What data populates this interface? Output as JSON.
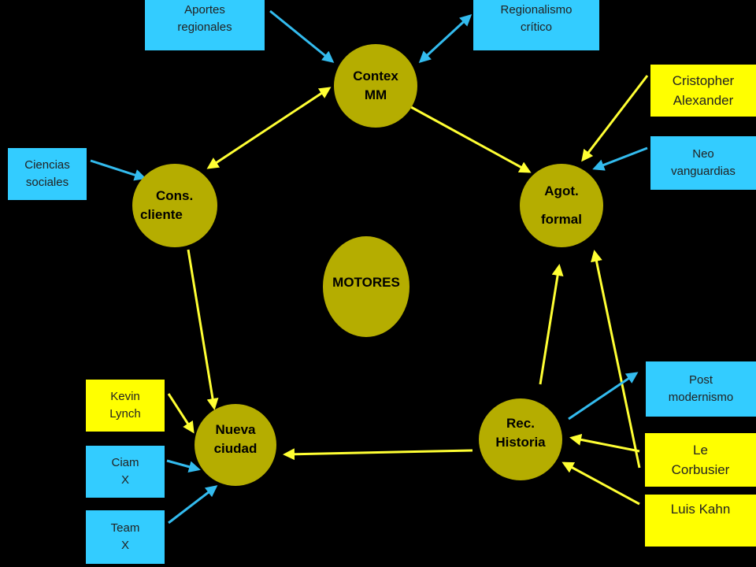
{
  "colors": {
    "background": "#000000",
    "node_fill": "#b5ad00",
    "box_blue": "#33ccff",
    "box_yellow": "#ffff00",
    "arrow_yellow": "#ffff33",
    "arrow_blue": "#33bbee"
  },
  "nodes": {
    "contex_mm": {
      "line1": "Contex",
      "line2": "MM"
    },
    "cons_cliente": {
      "line1": "Cons.",
      "line2": "cliente"
    },
    "agot_formal": {
      "line1": "Agot.",
      "line2": "formal"
    },
    "motores": {
      "line1": "MOTORES"
    },
    "nueva_ciudad": {
      "line1": "Nueva",
      "line2": "ciudad"
    },
    "rec_historia": {
      "line1": "Rec.",
      "line2": "Historia"
    }
  },
  "boxes": {
    "aportes_regionales": {
      "line1": "Aportes",
      "line2": "regionales"
    },
    "regionalismo_critico": {
      "line1": "Regionalismo",
      "line2": "crítico"
    },
    "cristopher_alexander": {
      "line1": "Cristopher",
      "line2": "Alexander"
    },
    "neo_vanguardias": {
      "line1": "Neo",
      "line2": "vanguardias"
    },
    "ciencias_sociales": {
      "line1": "Ciencias",
      "line2": "sociales"
    },
    "kevin_lynch": {
      "line1": "Kevin",
      "line2": "Lynch"
    },
    "ciam_x": {
      "line1": "Ciam",
      "line2": "X"
    },
    "team_x": {
      "line1": "Team",
      "line2": "X"
    },
    "post_modernismo": {
      "line1": "Post",
      "line2": "modernismo"
    },
    "le_corbusier": {
      "line1": "Le",
      "line2": "Corbusier"
    },
    "luis_kahn": {
      "line1": "Luis Kahn"
    }
  }
}
